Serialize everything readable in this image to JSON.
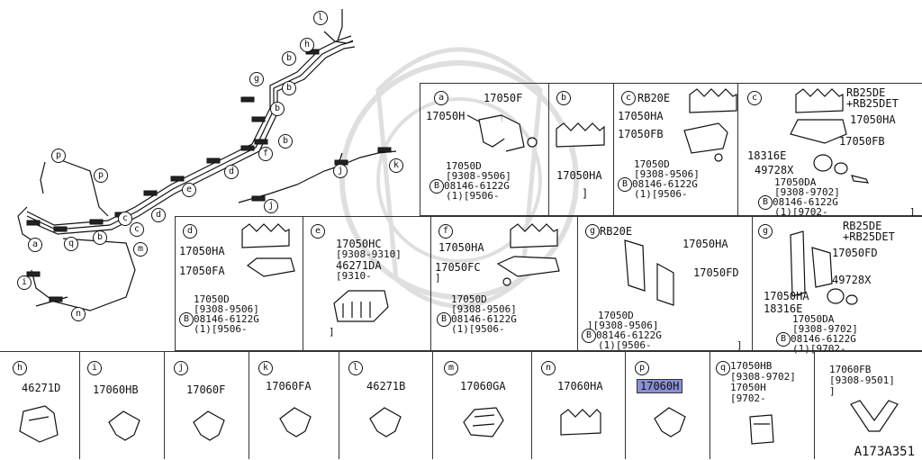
{
  "diagram_code": "A173A351",
  "overview": {
    "refs": [
      "l",
      "h",
      "b",
      "g",
      "b",
      "b",
      "b",
      "f",
      "d",
      "e",
      "d",
      "c",
      "p",
      "p",
      "b",
      "c",
      "m",
      "a",
      "q",
      "i",
      "n",
      "j",
      "j",
      "k"
    ]
  },
  "panels": {
    "a": {
      "ref": "a",
      "parts": [
        "17050F",
        "17050H",
        "17050D",
        "[9308-9506]",
        "08146-6122G",
        "(1)[9506-"
      ]
    },
    "b": {
      "ref": "b",
      "parts": [
        "17050HA",
        "]"
      ]
    },
    "c1": {
      "ref": "c",
      "model": "RB20E",
      "parts": [
        "17050HA",
        "17050FB",
        "17050D",
        "[9308-9506]",
        "08146-6122G",
        "(1)[9506-"
      ]
    },
    "c2": {
      "ref": "c",
      "model": "RB25DE\n+RB25DET",
      "parts": [
        "17050HA",
        "17050FB",
        "18316E",
        "49728X",
        "17050DA",
        "[9308-9702]",
        "08146-6122G",
        "(1)[9702-",
        "]"
      ]
    },
    "d": {
      "ref": "d",
      "parts": [
        "17050HA",
        "17050FA",
        "17050D",
        "[9308-9506]",
        "08146-6122G",
        "(1)[9506-"
      ]
    },
    "e": {
      "ref": "e",
      "parts": [
        "17050HC",
        "[9308-9310]",
        "46271DA",
        "[9310-",
        "]"
      ]
    },
    "f": {
      "ref": "f",
      "parts": [
        "17050HA",
        "17050FC",
        "]",
        "17050D",
        "[9308-9506]",
        "08146-6122G",
        "(1)[9506-"
      ]
    },
    "g1": {
      "ref": "g",
      "model": "RB20E",
      "parts": [
        "17050HA",
        "17050FD",
        "17050D",
        "][9308-9506]",
        "08146-6122G",
        "(1)[9506-",
        "]"
      ]
    },
    "g2": {
      "ref": "g",
      "model": "RB25DE\n+RB25DET",
      "parts": [
        "17050FD",
        "49728X",
        "17050HA",
        "18316E",
        "17050DA",
        "[9308-9702]",
        "08146-6122G",
        "(1)[9702-"
      ]
    }
  },
  "bottom": [
    {
      "ref": "h",
      "part": "46271D"
    },
    {
      "ref": "i",
      "part": "17060HB"
    },
    {
      "ref": "j",
      "part": "17060F"
    },
    {
      "ref": "k",
      "part": "17060FA"
    },
    {
      "ref": "l",
      "part": "46271B"
    },
    {
      "ref": "m",
      "part": "17060GA"
    },
    {
      "ref": "n",
      "part": "17060HA"
    },
    {
      "ref": "p",
      "part": "17060H",
      "highlight": true
    },
    {
      "ref": "q",
      "part": "17050HB\n[9308-9702]\n17050H\n[9702-"
    },
    {
      "ref": "",
      "part": "17060FB\n[9308-9501]\n]"
    }
  ],
  "colors": {
    "highlight": "#8a8fd6",
    "line": "#111111"
  }
}
